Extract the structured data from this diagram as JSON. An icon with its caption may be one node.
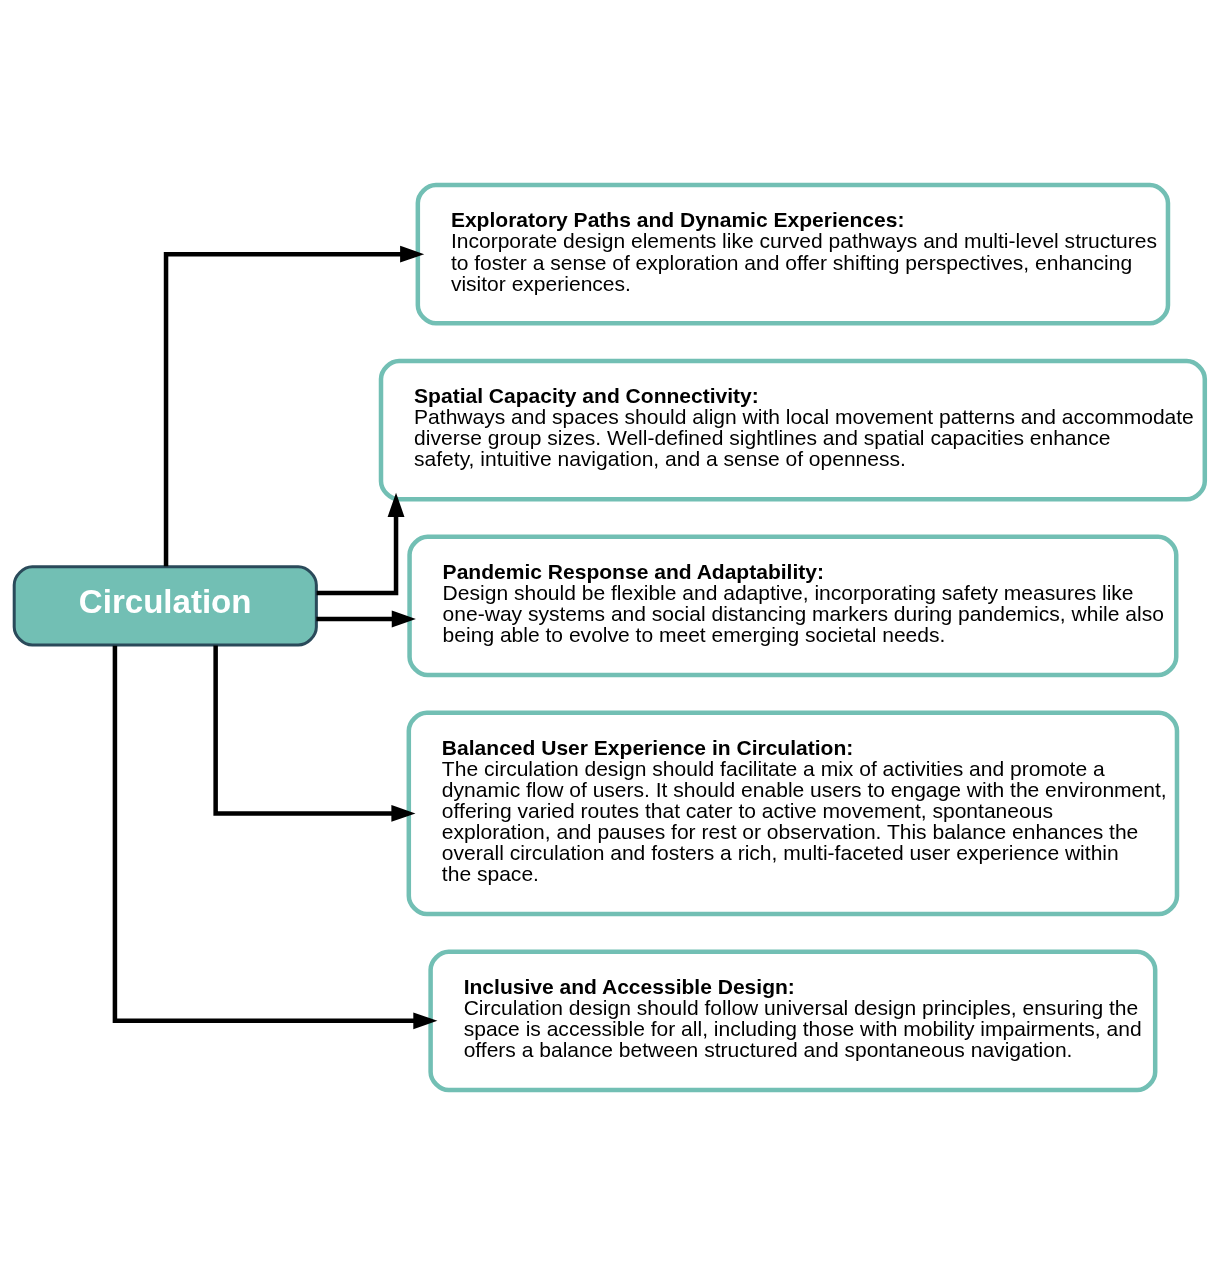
{
  "diagram": {
    "nodes": [
      {
        "text": [
          "Circulation"
        ]
      },
      {
        "text": [
          "Exploratory Paths and Dynamic Experiences:",
          "Incorporate design elements like curved pathways and multi-level structures to foster a sense of exploration and offer shifting perspectives, enhancing visitor experiences."
        ]
      },
      {
        "text": [
          "Spatial Capacity and Connectivity:",
          "Pathways and spaces should align with local movement patterns and accommodate diverse group sizes. Well-defined sightlines and spatial capacities enhance safety, intuitive navigation, and a sense of openness."
        ]
      },
      {
        "text": [
          "Pandemic Response and Adaptability:",
          "Design should be flexible and adaptive, incorporating safety measures like one-way systems and social distancing markers during pandemics, while also being able to evolve to meet emerging societal needs."
        ]
      },
      {
        "text": [
          "Balanced User Experience in Circulation:",
          "The circulation design should facilitate a mix of activities and promote a dynamic flow of users. It should enable users to engage with the environment, offering varied routes that cater to active movement, spontaneous exploration, and pauses for rest or observation. This balance enhances the overall circulation and fosters a rich, multi-faceted user experience within the space."
        ]
      },
      {
        "text": [
          "Inclusive and Accessible Design:",
          "Circulation design should follow universal design principles, ensuring the space is accessible for all, including those with mobility impairments, and offers a balance between structured and spontaneous navigation."
        ]
      }
    ],
    "edges": [
      {
        "from": 0,
        "to": 1,
        "arrow": "to"
      },
      {
        "from": 0,
        "to": 2,
        "arrow": "to"
      },
      {
        "from": 0,
        "to": 3,
        "arrow": "to"
      },
      {
        "from": 0,
        "to": 4,
        "arrow": "to"
      },
      {
        "from": 0,
        "to": 5,
        "arrow": "to"
      }
    ]
  }
}
